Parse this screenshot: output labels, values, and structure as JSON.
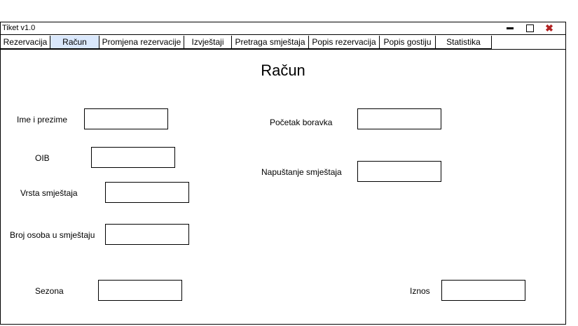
{
  "window": {
    "title": "Tiket v1.0",
    "controls": {
      "minimize": "minimize-icon",
      "maximize": "maximize-icon",
      "close": "close-icon"
    }
  },
  "tabs": [
    {
      "label": "Rezervacija"
    },
    {
      "label": "Račun"
    },
    {
      "label": "Promjena rezervacije"
    },
    {
      "label": "Izvještaji"
    },
    {
      "label": "Pretraga smještaja"
    },
    {
      "label": "Popis rezervacija"
    },
    {
      "label": "Popis gostiju"
    },
    {
      "label": "Statistika"
    }
  ],
  "active_tab": "Račun",
  "form": {
    "heading": "Račun",
    "fields": {
      "ime_prezime": {
        "label": "Ime i prezime",
        "value": ""
      },
      "oib": {
        "label": "OIB",
        "value": ""
      },
      "vrsta_smjestaja": {
        "label": "Vrsta smještaja",
        "value": ""
      },
      "broj_osoba": {
        "label": "Broj osoba u smještaju",
        "value": ""
      },
      "sezona": {
        "label": "Sezona",
        "value": ""
      },
      "pocetak_boravka": {
        "label": "Početak boravka",
        "value": ""
      },
      "napustanje_smjestaja": {
        "label": "Napuštanje smještaja",
        "value": ""
      },
      "iznos": {
        "label": "Iznos",
        "value": ""
      }
    }
  },
  "colors": {
    "active_tab": "#dae8fc",
    "close_icon": "#b22222"
  }
}
